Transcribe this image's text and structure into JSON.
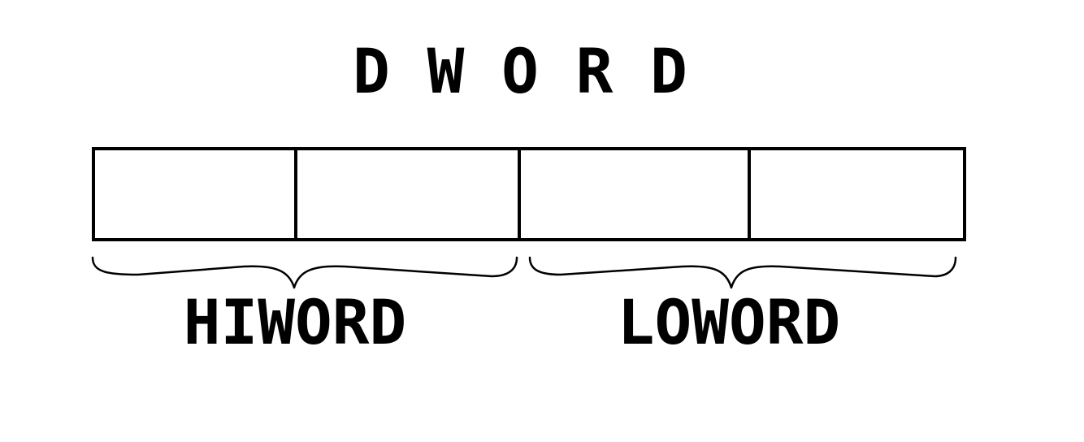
{
  "title": "D W O R D",
  "cells": [
    {
      "id": "byte-1"
    },
    {
      "id": "byte-2"
    },
    {
      "id": "byte-3"
    },
    {
      "id": "byte-4"
    }
  ],
  "groups": [
    {
      "label": "HIWORD"
    },
    {
      "label": "LOWORD"
    }
  ],
  "colors": {
    "stroke": "#000000",
    "background": "#ffffff"
  }
}
